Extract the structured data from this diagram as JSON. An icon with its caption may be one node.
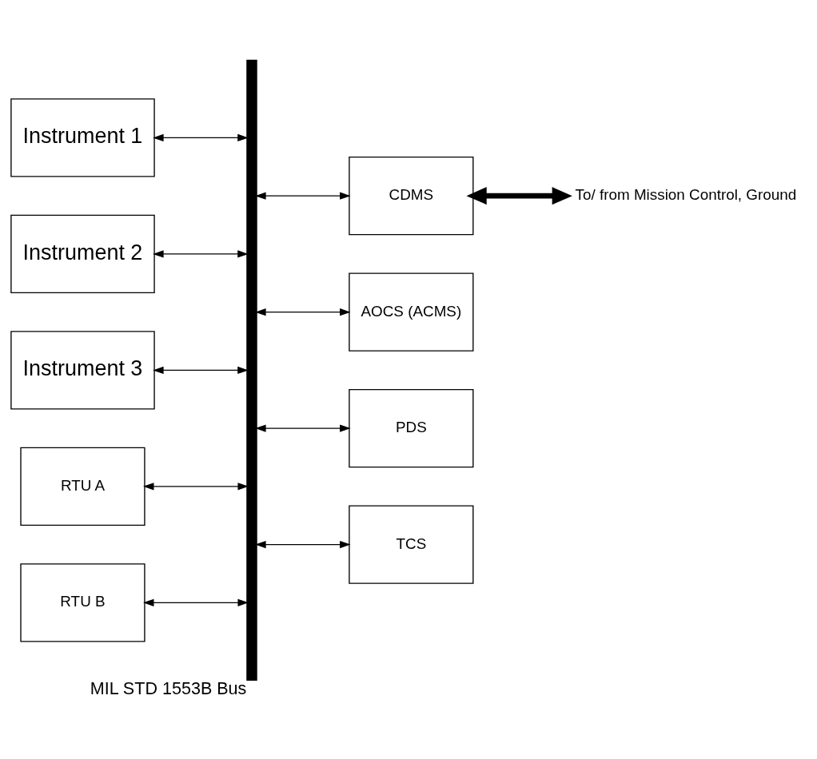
{
  "diagram": {
    "nodes": [
      {
        "text": [
          "Instrument 1"
        ]
      },
      {
        "text": [],
        "shape": "bar",
        "beside": [
          "MIL STD 1553B Bus"
        ]
      },
      {
        "text": [
          "CDMS"
        ]
      },
      {
        "text": [
          "To/ from Mission Control, Ground"
        ]
      },
      {
        "text": [
          "Instrument 2"
        ]
      },
      {
        "text": [
          "Instrument 3"
        ]
      },
      {
        "text": [
          "AOCS (ACMS)"
        ]
      },
      {
        "text": [
          "RTU A"
        ]
      },
      {
        "text": [
          "PDS"
        ]
      },
      {
        "text": [
          "RTU B"
        ]
      },
      {
        "text": [
          "TCS"
        ]
      }
    ],
    "edges": [
      {
        "from": 0,
        "to": 1,
        "arrow": "both"
      },
      {
        "from": 1,
        "to": 2,
        "arrow": "both"
      },
      {
        "from": 2,
        "to": 3,
        "arrow": "both",
        "style": "thick"
      },
      {
        "from": 4,
        "to": 1,
        "arrow": "both"
      },
      {
        "from": 5,
        "to": 1,
        "arrow": "both"
      },
      {
        "from": 1,
        "to": 6,
        "arrow": "both"
      },
      {
        "from": 7,
        "to": 1,
        "arrow": "both"
      },
      {
        "from": 1,
        "to": 8,
        "arrow": "both"
      },
      {
        "from": 9,
        "to": 1,
        "arrow": "both"
      },
      {
        "from": 1,
        "to": 10,
        "arrow": "both"
      }
    ]
  }
}
